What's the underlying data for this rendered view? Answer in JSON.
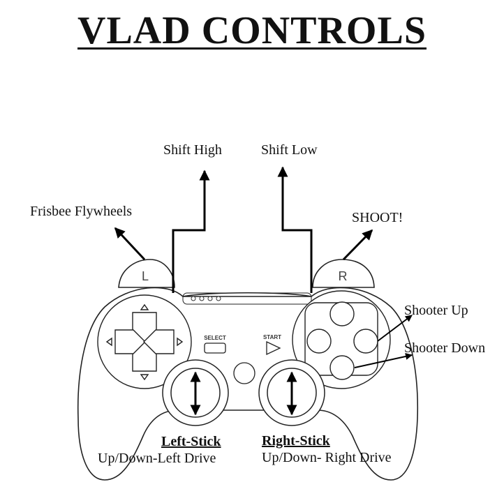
{
  "title": "VLAD CONTROLS",
  "labels": {
    "shift_high": "Shift High",
    "shift_low": "Shift Low",
    "frisbee": "Frisbee Flywheels",
    "shoot": "SHOOT!",
    "shooter_up": "Shooter Up",
    "shooter_down": "Shooter Down"
  },
  "controller": {
    "l_button": "L",
    "r_button": "R",
    "select": "SELECT",
    "start": "START"
  },
  "left_stick": {
    "name": "Left-Stick",
    "action": "Up/Down-Left Drive"
  },
  "right_stick": {
    "name": "Right-Stick",
    "action": "Up/Down- Right Drive"
  }
}
